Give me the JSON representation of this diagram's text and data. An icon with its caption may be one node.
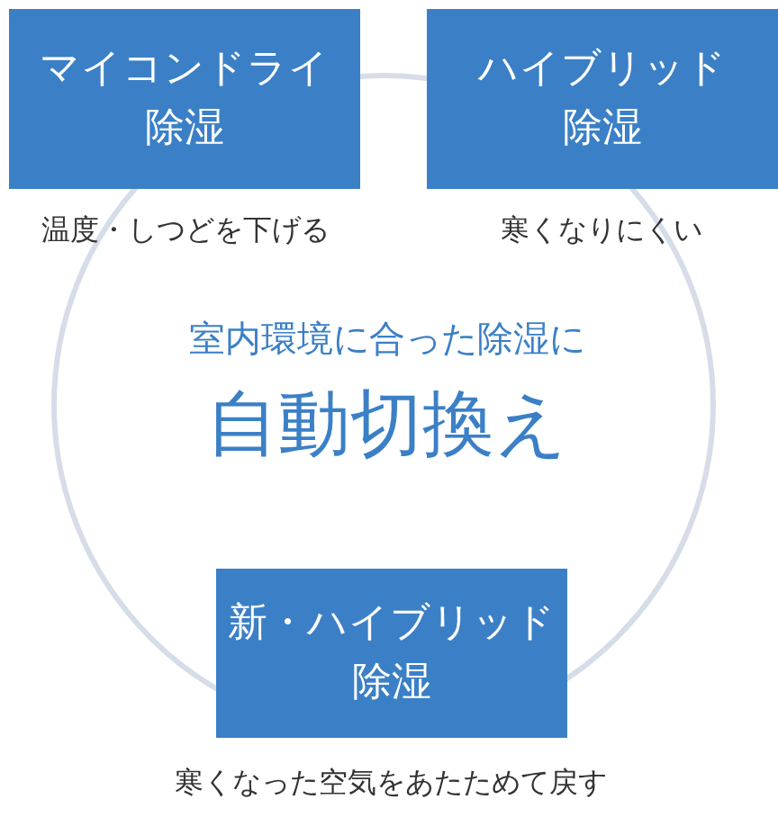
{
  "diagram": {
    "nodes": [
      {
        "text": [
          "室内環境に合った除湿に",
          "自動切換え"
        ]
      },
      {
        "text": [
          "マイコンドライ",
          "除湿"
        ],
        "beside": [
          "温度・しつどを下げる"
        ]
      },
      {
        "text": [
          "ハイブリッド",
          "除湿"
        ],
        "beside": [
          "寒くなりにくい"
        ]
      },
      {
        "text": [
          "新・ハイブリッド",
          "除湿"
        ],
        "beside": [
          "寒くなった空気をあたためて戻す"
        ]
      }
    ]
  }
}
